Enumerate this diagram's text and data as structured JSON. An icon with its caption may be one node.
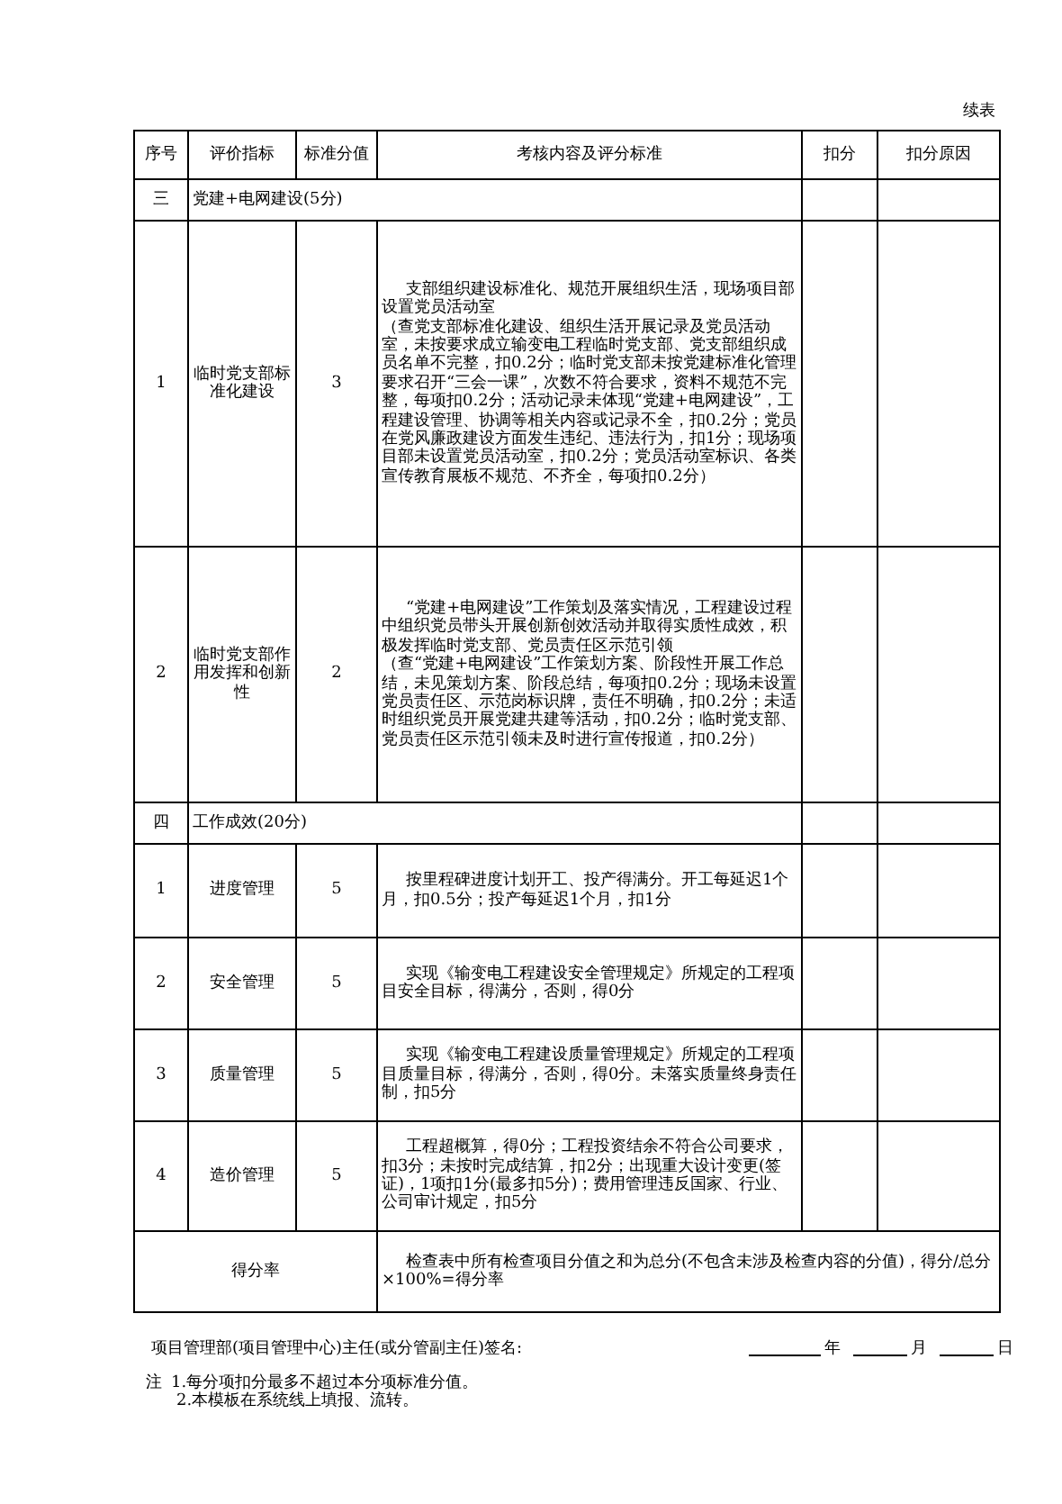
{
  "diagram": {
    "labels": [
      "续表",
      "序号",
      "评价指标",
      "标准分值",
      "考核内容及评分标准",
      "扣分",
      "扣分原因",
      "三",
      "党建+电网建设(5分)",
      "1",
      "临时党支部标准化建设",
      "3",
      "支部组织建设标准化、规范开展组织生活，现场项目部设置党员活动室",
      "（查党支部标准化建设、组织生活开展记录及党员活动室，未按要求成立输变电工程临时党支部、党支部组织成员名单不完整，扣0.2分；临时党支部未按党建标准化管理要求召开“三会一课”，次数不符合要求，资料不规范不完整，每项扣0.2分；活动记录未体现“党建+电网建设”，工程建设管理、协调等相关内容或记录不全，扣0.2分；党员在党风廉政建设方面发生违纪、违法行为，扣1分；现场项目部未设置党员活动室，扣0.2分；党员活动室标识、各类宣传教育展板不规范、不齐全，每项扣0.2分）",
      "2",
      "临时党支部作用发挥和创新性",
      "2",
      "“党建+电网建设”工作策划及落实情况，工程建设过程中组织党员带头开展创新创效活动并取得实质性成效，积极发挥临时党支部、党员责任区示范引领",
      "（查“党建+电网建设”工作策划方案、阶段性开展工作总结，未见策划方案、阶段总结，每项扣0.2分；现场未设置党员责任区、示范岗标识牌，责任不明确，扣0.2分；未适时组织党员开展党建共建等活动，扣0.2分；临时党支部、党员责任区示范引领未及时进行宣传报道，扣0.2分）",
      "四",
      "工作成效(20分)",
      "1",
      "进度管理",
      "5",
      "按里程碑进度计划开工、投产得满分。开工每延迟1个月，扣0.5分；投产每延迟1个月，扣1分",
      "2",
      "安全管理",
      "5",
      "实现《输变电工程建设安全管理规定》所规定的工程项目安全目标，得满分，否则，得0分",
      "3",
      "质量管理",
      "5",
      "实现《输变电工程建设质量管理规定》所规定的工程项目质量目标，得满分，否则，得0分。未落实质量终身责任制，扣5分",
      "4",
      "造价管理",
      "5",
      "工程超概算，得0分；工程投资结余不符合公司要求，扣3分；未按时完成结算，扣2分；出现重大设计变更(签证)，1项扣1分(最多扣5分)；费用管理违反国家、行业、公司审计规定，扣5分",
      "得分率",
      "检查表中所有检查项目分值之和为总分(不包含未涉及检查内容的分值)，得分/总分×100%=得分率",
      "项目管理部(项目管理中心)主任(或分管副主任)签名:",
      "年",
      "月",
      "日",
      "注",
      "1.每分项扣分最多不超过本分项标准分值。",
      "2.本模板在系统线上填报、流转。"
    ]
  }
}
